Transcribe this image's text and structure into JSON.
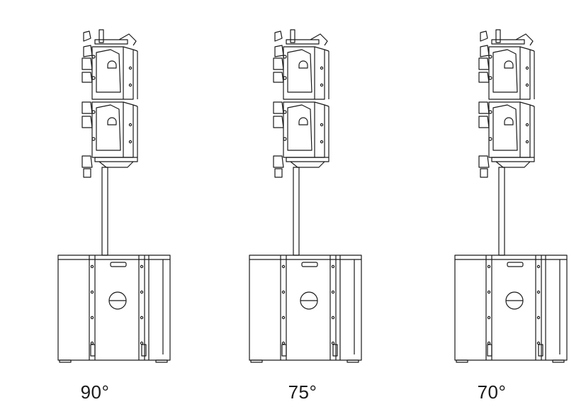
{
  "configurations": [
    {
      "angle_label": "90°"
    },
    {
      "angle_label": "75°"
    },
    {
      "angle_label": "70°"
    }
  ],
  "colors": {
    "line": "#1a1a1a",
    "background": "#ffffff"
  }
}
